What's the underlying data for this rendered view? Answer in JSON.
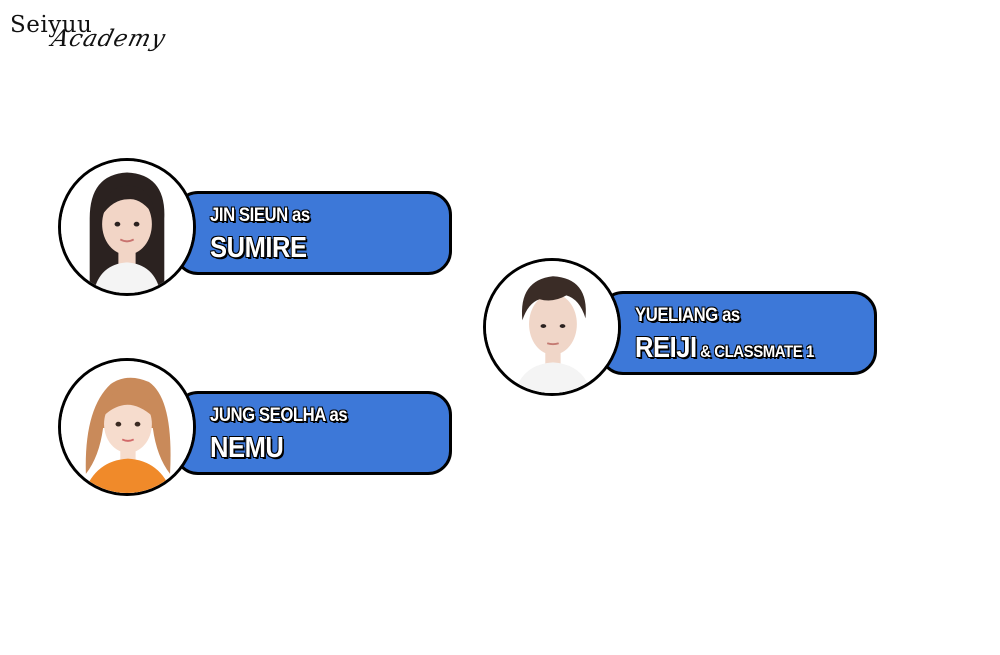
{
  "logo": {
    "main": "Seiyuu",
    "script": "Academy"
  },
  "cast": [
    {
      "actor_line": "JIN SIEUN as",
      "role": "SUMIRE",
      "extra": ""
    },
    {
      "actor_line": "JUNG SEOLHA as",
      "role": "NEMU",
      "extra": ""
    },
    {
      "actor_line": "YUELIANG as",
      "role": "REIJI",
      "extra": "& CLASSMATE 1"
    }
  ],
  "colors": {
    "pill": "#3d78d8",
    "outline": "#000000",
    "text": "#ffffff"
  }
}
